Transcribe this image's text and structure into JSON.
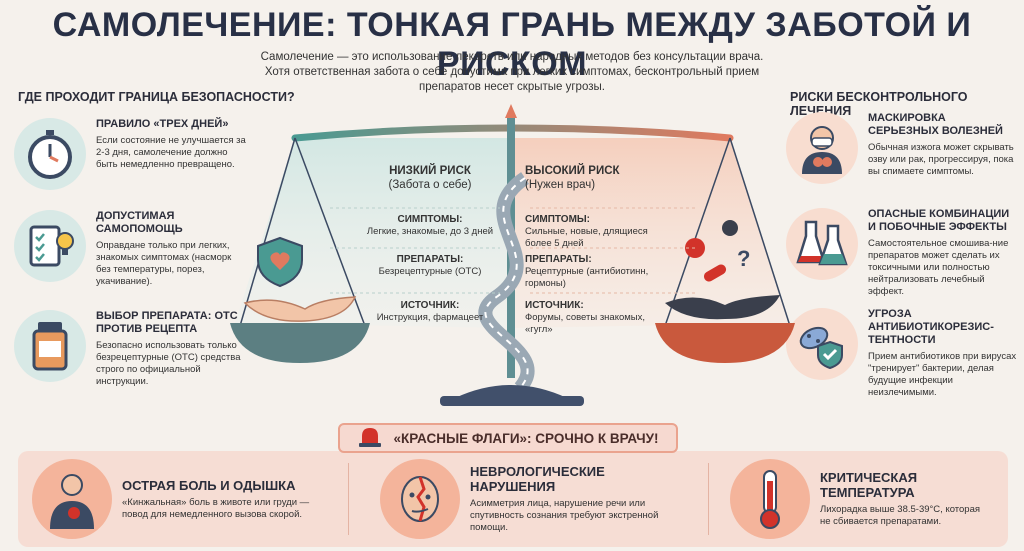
{
  "title": "САМОЛЕЧЕНИЕ: ТОНКАЯ ГРАНЬ МЕЖДУ ЗАБОТОЙ И РИСКОМ",
  "intro": "Самолечение — это использование лекарств или народных методов без консультации врача. Хотя ответственная забота о себе допустима при легких симптомах, бесконтрольный прием препаратов несет скрытые угрозы.",
  "left": {
    "heading": "ГДЕ ПРОХОДИТ ГРАНИЦА БЕЗОПАСНОСТИ?",
    "items": [
      {
        "icon": "stopwatch-icon",
        "title": "ПРАВИЛО «ТРЕХ ДНЕЙ»",
        "text": "Если состояние не улучшается за 2-3 дня, самолечение должно быть немедленно превращено."
      },
      {
        "icon": "checklist-bulb-icon",
        "title": "ДОПУСТИМАЯ САМОПОМОЩЬ",
        "text": "Оправдане только при легких, знакомых симптомах (насморк без температуры, порез, укачивание)."
      },
      {
        "icon": "medicine-bottle-icon",
        "title": "ВЫБОР ПРЕПАРАТА: ОТС ПРОТИВ РЕЦЕПТА",
        "text": "Безопасно использовать только безрецептурные (ОТС) средства строго по официальной инструкции."
      }
    ]
  },
  "right": {
    "heading": "РИСКИ БЕСКОНТРОЛЬНОГО ЛЕЧЕНИЯ",
    "items": [
      {
        "icon": "masked-person-icon",
        "title": "МАСКИРОВКА СЕРЬЕЗНЫХ ВОЛЕЗНЕЙ",
        "text": "Обычная изжога может скрывать озву или рак, прогрессируя, пока вы спимаете симптомы."
      },
      {
        "icon": "flasks-icon",
        "title": "ОПАСНЫЕ КОМБИНАЦИИ И ПОБОЧНЫЕ ЭФФЕКТЫ",
        "text": "Самостоятельное смошива-ние препаратов может сделать их токсичными или полностью нейтрализовать лечебный эффект."
      },
      {
        "icon": "bacteria-shield-icon",
        "title": "УГРОЗА АНТИБИОТИКОРЕЗИС-ТЕНТНОСТИ",
        "text": "Прием антибиотиков при вирусах \"тренирует\" бактерии, делая будущие инфекции неизлечимыми."
      }
    ]
  },
  "scale": {
    "low": {
      "title": "НИЗКИЙ РИСК",
      "subtitle": "(Забота о себе)",
      "symptoms_label": "СИМПТОМЫ:",
      "symptoms": "Легкие, знакомые, до 3 дней",
      "drugs_label": "ПРЕПАРАТЫ:",
      "drugs": "Безрецептурные (ОТС)",
      "source_label": "ИСТОЧНИК:",
      "source": "Инструкция, фармацеет"
    },
    "high": {
      "title": "ВЫСОКИЙ РИСК",
      "subtitle": "(Нужен врач)",
      "symptoms_label": "СИМПТОМЫ:",
      "symptoms": "Сильные, новые, длящиеся более 5 дней",
      "drugs_label": "ПРЕПАРАТЫ:",
      "drugs": "Рецептурные (антибиотинн, гормоны)",
      "source_label": "ИСТОЧНИК:",
      "source": "Форумы, советы знакомых, «гугл»"
    }
  },
  "red_flags": {
    "badge": "«КРАСНЫЕ ФЛАГИ»: СРОЧНО К ВРАЧУ!",
    "items": [
      {
        "icon": "chest-pain-person-icon",
        "title": "ОСТРАЯ БОЛЬ И ОДЫШКА",
        "text": "«Кинжальная» боль в животе или груди — повод для немедленного вызова скорой."
      },
      {
        "icon": "face-asymmetry-icon",
        "title": "НЕВРОЛОГИЧЕСКИЕ НАРУШЕНИЯ",
        "text": "Асимметрия лица, нарушение речи или спутивность сознания требуют экстренной помощи."
      },
      {
        "icon": "thermometer-icon",
        "title": "КРИТИЧЕСКАЯ ТЕМПЕРАТУРА",
        "text": "Лихорадка выше 38.5-39°С, которая не сбивается препаратами."
      }
    ]
  },
  "colors": {
    "teal": "#4a9a92",
    "coral": "#e07a5f",
    "navy": "#283046",
    "red": "#d2332a"
  }
}
